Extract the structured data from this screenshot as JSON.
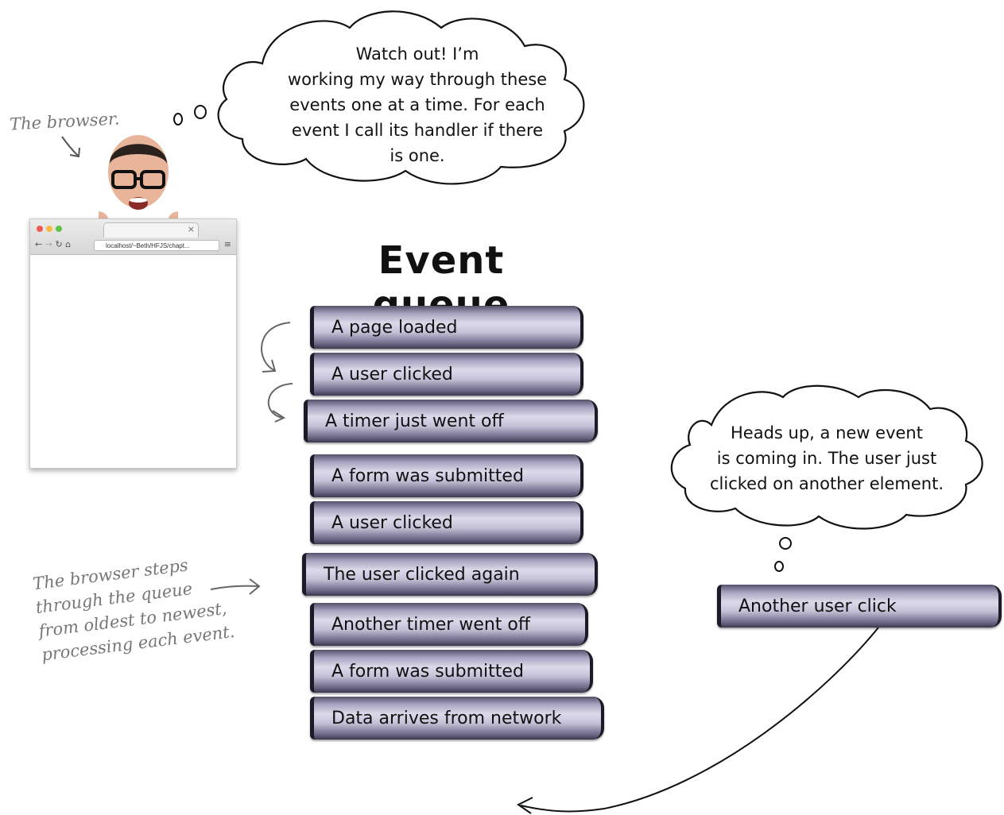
{
  "annotations": {
    "browser_label": "The browser.",
    "steps_note": [
      "The browser steps",
      "through the queue",
      "from oldest to newest,",
      "processing each event."
    ]
  },
  "clouds": {
    "browser_thought": [
      "Watch out! I’m",
      "working my way through these",
      "events one at a time. For each",
      "event I call its handler if there",
      "is one."
    ],
    "new_event_thought": [
      "Heads up, a new event",
      "is coming in. The user just",
      "clicked on another element."
    ]
  },
  "queue": {
    "title": "Event queue",
    "events": [
      "A page loaded",
      "A user clicked",
      "A timer just went off",
      "A form was submitted",
      "A user clicked",
      "The user clicked again",
      "Another timer went off",
      "A form was submitted",
      "Data arrives from network"
    ],
    "incoming": "Another user click"
  },
  "browser_window": {
    "url": "localhost/~Beth/HFJS/chapt...",
    "tab_close": "×"
  },
  "icons": [
    "back-arrow-icon",
    "forward-arrow-icon",
    "reload-icon",
    "home-icon",
    "page-icon",
    "menu-icon",
    "curved-arrow-icon"
  ]
}
